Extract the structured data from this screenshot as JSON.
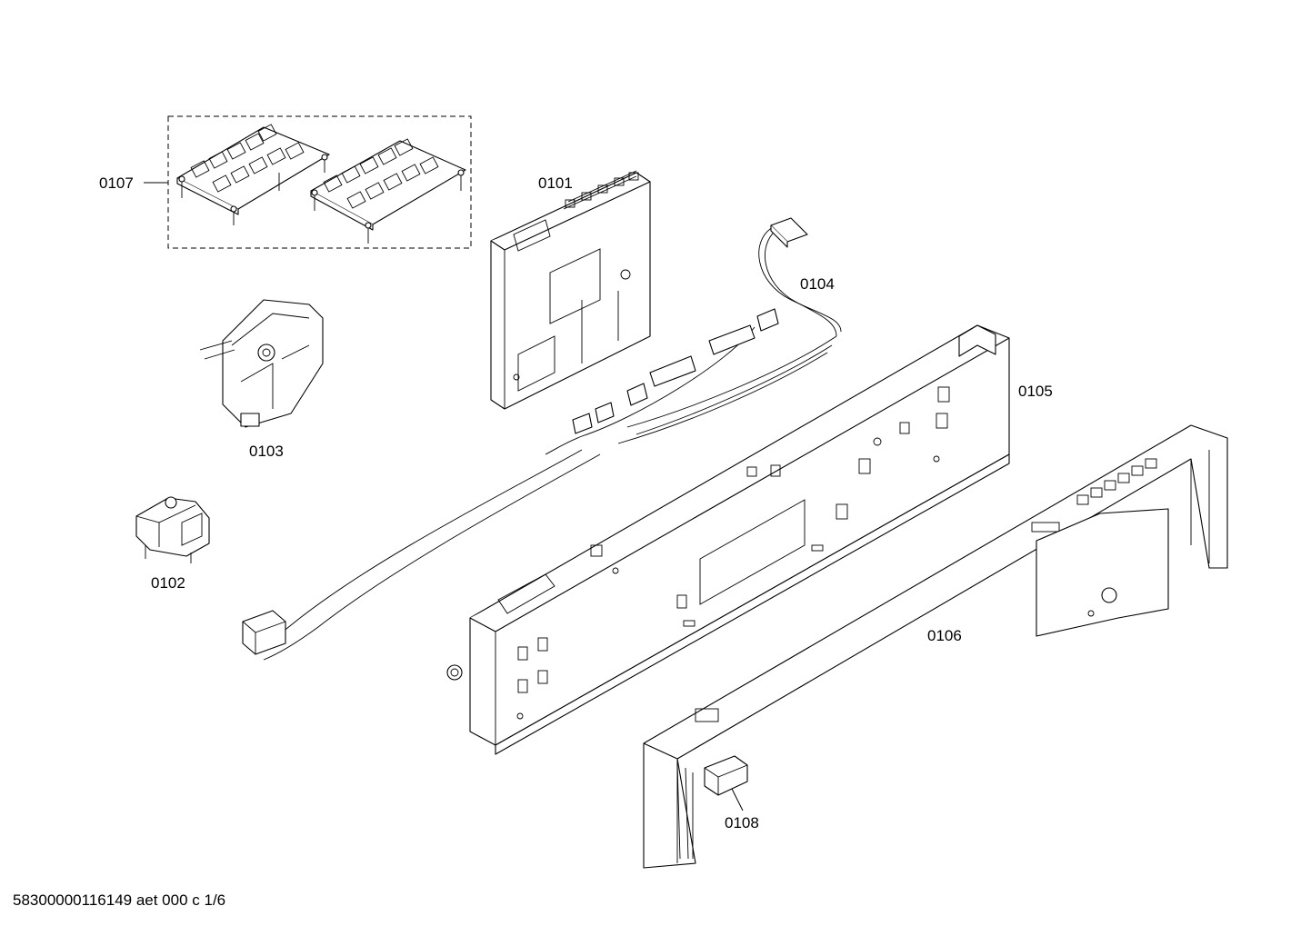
{
  "diagram": {
    "parts": [
      {
        "id": "0101"
      },
      {
        "id": "0102"
      },
      {
        "id": "0103"
      },
      {
        "id": "0104"
      },
      {
        "id": "0105"
      },
      {
        "id": "0106"
      },
      {
        "id": "0107"
      },
      {
        "id": "0108"
      }
    ]
  },
  "footer": {
    "document_code": "58300000116149 aet 000 c 1/6"
  }
}
